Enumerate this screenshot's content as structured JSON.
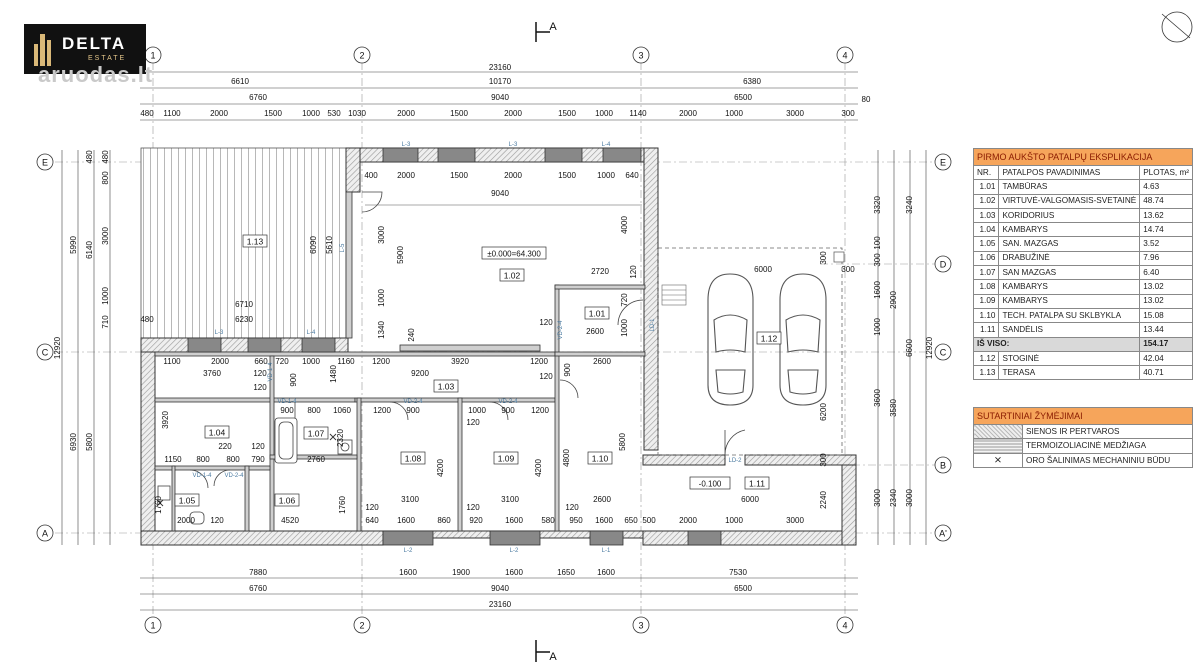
{
  "brand": {
    "name": "DELTA",
    "sub": "ESTATE",
    "watermark": "aruodas.lt"
  },
  "axes": {
    "cols": [
      "1",
      "2",
      "3",
      "4"
    ],
    "rows": [
      "E",
      "D",
      "C",
      "B",
      "A",
      "A'"
    ],
    "section": "A"
  },
  "dims": {
    "top1": [
      "6610",
      "10170",
      "6380"
    ],
    "top_total": "23160",
    "top2": [
      "6760",
      "9040",
      "6500"
    ],
    "top2_extra": "80",
    "top3": [
      "480",
      "1100",
      "2000",
      "1500",
      "1000",
      "530",
      "1030",
      "2000",
      "1500",
      "2000",
      "1500",
      "1000",
      "1140",
      "2000",
      "1000",
      "3000",
      "300"
    ],
    "bot1": [
      "7880",
      "1600",
      "1900",
      "1600",
      "1650",
      "1600",
      "7530"
    ],
    "bot2": [
      "6760",
      "9040",
      "6500"
    ],
    "bot_total": "23160",
    "left": [
      "12920",
      "5990",
      "6140",
      "480",
      "800",
      "3000",
      "1000",
      "710",
      "6930",
      "5800"
    ],
    "right": [
      "12920",
      "3320",
      "3240",
      "100",
      "300",
      "2900",
      "1600",
      "1000",
      "6600",
      "3580",
      "3600",
      "300",
      "300",
      "6200",
      "3000",
      "2340",
      "3000"
    ]
  },
  "rooms": {
    "r1_01": "1.01",
    "r1_02": "1.02",
    "r1_03": "1.03",
    "r1_04": "1.04",
    "r1_05": "1.05",
    "r1_06": "1.06",
    "r1_07": "1.07",
    "r1_08": "1.08",
    "r1_09": "1.09",
    "r1_10": "1.10",
    "r1_11": "1.11",
    "r1_12": "1.12",
    "r1_13": "1.13",
    "level": "±0.000=64.300",
    "level2": "-0.100"
  },
  "inner": {
    "a": [
      "400",
      "2000",
      "1500",
      "2000",
      "1500",
      "1000",
      "640"
    ],
    "b": "9040",
    "c": [
      "6090",
      "5610",
      "3000",
      "5900",
      "4000",
      "1000",
      "1340",
      "240",
      "2720",
      "720",
      "1000",
      "120",
      "2600",
      "120"
    ],
    "d": [
      "6710",
      "6230",
      "480"
    ],
    "e": [
      "1100",
      "2000",
      "660",
      "720",
      "1000",
      "1160",
      "1200",
      "3920",
      "1200",
      "2600"
    ],
    "f": [
      "3760",
      "120",
      "9200",
      "900",
      "1480",
      "900"
    ],
    "g": [
      "900",
      "800",
      "1060",
      "1200",
      "900",
      "1000",
      "900",
      "1200",
      "120",
      "120",
      "120"
    ],
    "h": [
      "3920",
      "220",
      "120",
      "1150",
      "800",
      "800",
      "790",
      "2760",
      "4200",
      "4200",
      "4800",
      "5800",
      "2320"
    ],
    "i": [
      "3100",
      "3100",
      "2600",
      "6000",
      "1760",
      "4520",
      "1760",
      "2000",
      "120",
      "120",
      "120",
      "120"
    ],
    "j": [
      "640",
      "1600",
      "860",
      "920",
      "1600",
      "580",
      "950",
      "1600",
      "650",
      "500",
      "2000",
      "1000",
      "3000",
      "2240"
    ],
    "k": [
      "6000",
      "300",
      "300"
    ]
  },
  "labels": {
    "lintels": [
      "L-3",
      "L-3",
      "L-4",
      "L-3",
      "L-4",
      "L-5",
      "L-2",
      "L-2",
      "L-1",
      "LD-2",
      "LD-1",
      "VD-1-4",
      "VD-2-4",
      "VD-2-4",
      "VD-1-4",
      "VD-1-4",
      "VD-2-4",
      "VD-2-4"
    ]
  },
  "schedule": {
    "title": "PIRMO AUKŠTO PATALPŲ EKSPLIKACIJA",
    "head": [
      "NR.",
      "PATALPOS PAVADINIMAS",
      "PLOTAS, m²"
    ],
    "rows": [
      [
        "1.01",
        "TAMBŪRAS",
        "4.63"
      ],
      [
        "1.02",
        "VIRTUVĖ-VALGOMASIS-SVETAINĖ",
        "48.74"
      ],
      [
        "1.03",
        "KORIDORIUS",
        "13.62"
      ],
      [
        "1.04",
        "KAMBARYS",
        "14.74"
      ],
      [
        "1.05",
        "SAN. MAZGAS",
        "3.52"
      ],
      [
        "1.06",
        "DRABUŽINĖ",
        "7.96"
      ],
      [
        "1.07",
        "SAN MAZGAS",
        "6.40"
      ],
      [
        "1.08",
        "KAMBARYS",
        "13.02"
      ],
      [
        "1.09",
        "KAMBARYS",
        "13.02"
      ],
      [
        "1.10",
        "TECH. PATALPA SU SKLBYKLA",
        "15.08"
      ],
      [
        "1.11",
        "SANDĖLIS",
        "13.44"
      ]
    ],
    "total": [
      "IŠ VISO:",
      "154.17"
    ],
    "extra": [
      [
        "1.12",
        "STOGINĖ",
        "42.04"
      ],
      [
        "1.13",
        "TERASA",
        "40.71"
      ]
    ]
  },
  "legend": {
    "title": "SUTARTINIAI ŽYMĖJIMAI",
    "items": [
      "SIENOS IR PERTVAROS",
      "TERMOIZOLIACINĖ MEDŽIAGA",
      "ORO ŠALINIMAS MECHANINIU BŪDU"
    ]
  }
}
